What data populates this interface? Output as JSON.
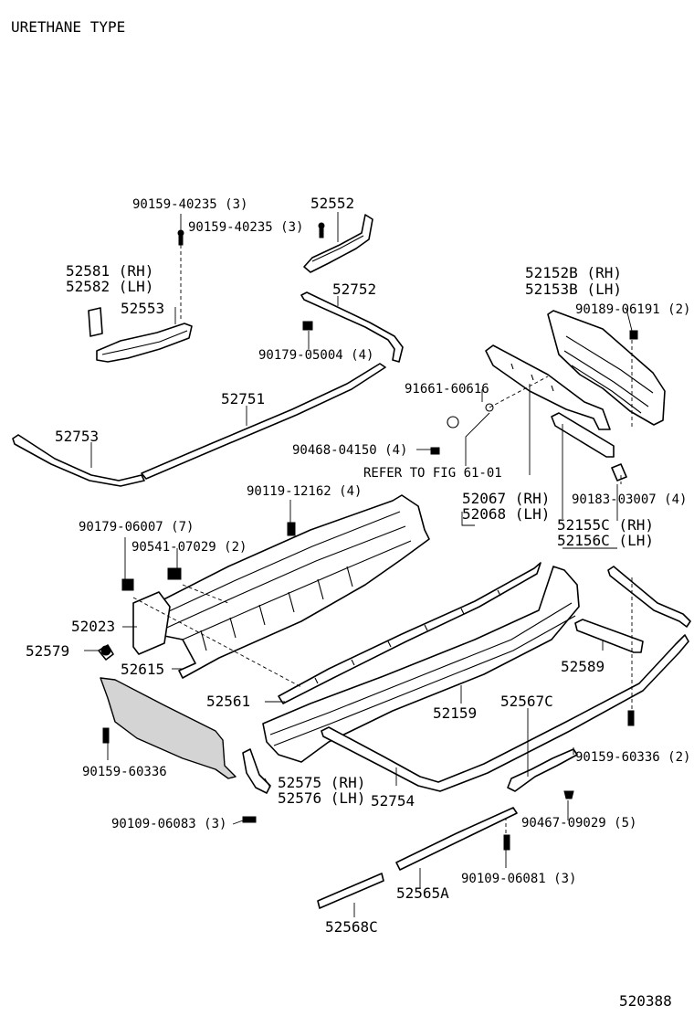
{
  "header": {
    "title": "URETHANE TYPE"
  },
  "footer": {
    "figure_code": "520388"
  },
  "callouts": [
    {
      "id": "c01",
      "text": "90159-40235 (3)"
    },
    {
      "id": "c02",
      "text": "90159-40235 (3)"
    },
    {
      "id": "c03",
      "text": "52552"
    },
    {
      "id": "c04",
      "text": "52581 (RH)"
    },
    {
      "id": "c05",
      "text": "52582 (LH)"
    },
    {
      "id": "c06",
      "text": "52553"
    },
    {
      "id": "c07",
      "text": "52752"
    },
    {
      "id": "c08",
      "text": "90179-05004 (4)"
    },
    {
      "id": "c09",
      "text": "52152B (RH)"
    },
    {
      "id": "c10",
      "text": "52153B (LH)"
    },
    {
      "id": "c11",
      "text": "90189-06191 (2)"
    },
    {
      "id": "c12",
      "text": "91661-60616"
    },
    {
      "id": "c13",
      "text": "52751"
    },
    {
      "id": "c14",
      "text": "52753"
    },
    {
      "id": "c15",
      "text": "90468-04150 (4)"
    },
    {
      "id": "c16",
      "text": "REFER TO FIG 61-01"
    },
    {
      "id": "c17",
      "text": "90119-12162 (4)"
    },
    {
      "id": "c18",
      "text": "52067 (RH)"
    },
    {
      "id": "c19",
      "text": "52068 (LH)"
    },
    {
      "id": "c20",
      "text": "90183-03007 (4)"
    },
    {
      "id": "c21",
      "text": "90179-06007 (7)"
    },
    {
      "id": "c22",
      "text": "52155C (RH)"
    },
    {
      "id": "c23",
      "text": "52156C (LH)"
    },
    {
      "id": "c24",
      "text": "90541-07029 (2)"
    },
    {
      "id": "c25",
      "text": "52023"
    },
    {
      "id": "c26",
      "text": "52579"
    },
    {
      "id": "c27",
      "text": "52615"
    },
    {
      "id": "c28",
      "text": "52589"
    },
    {
      "id": "c29",
      "text": "52561"
    },
    {
      "id": "c30",
      "text": "52567C"
    },
    {
      "id": "c31",
      "text": "52159"
    },
    {
      "id": "c32",
      "text": "90159-60336"
    },
    {
      "id": "c33",
      "text": "90159-60336 (2)"
    },
    {
      "id": "c34",
      "text": "52575 (RH)"
    },
    {
      "id": "c35",
      "text": "52576 (LH)"
    },
    {
      "id": "c36",
      "text": "52754"
    },
    {
      "id": "c37",
      "text": "90109-06083 (3)"
    },
    {
      "id": "c38",
      "text": "90467-09029 (5)"
    },
    {
      "id": "c39",
      "text": "90109-06081 (3)"
    },
    {
      "id": "c40",
      "text": "52565A"
    },
    {
      "id": "c41",
      "text": "52568C"
    }
  ]
}
